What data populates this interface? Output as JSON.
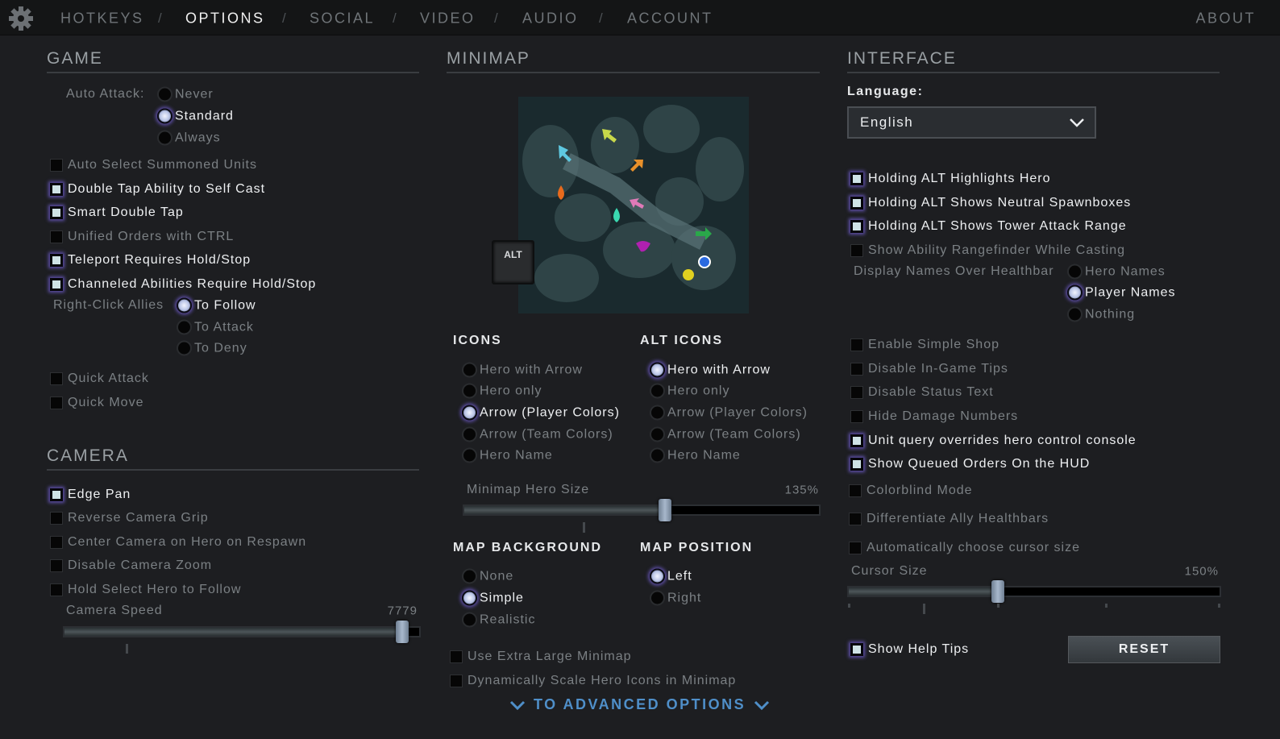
{
  "nav": {
    "icon": "gear-icon",
    "tabs": [
      "HOTKEYS",
      "OPTIONS",
      "SOCIAL",
      "VIDEO",
      "AUDIO",
      "ACCOUNT"
    ],
    "active": "OPTIONS",
    "separator": "/",
    "about": "ABOUT"
  },
  "game": {
    "title": "GAME",
    "auto_attack": {
      "label": "Auto Attack:",
      "options": [
        "Never",
        "Standard",
        "Always"
      ],
      "selected": "Standard"
    },
    "checks1": [
      {
        "label": "Auto Select Summoned Units",
        "checked": false
      },
      {
        "label": "Double Tap Ability to Self Cast",
        "checked": true
      },
      {
        "label": "Smart Double Tap",
        "checked": true
      },
      {
        "label": "Unified Orders with CTRL",
        "checked": false
      },
      {
        "label": "Teleport Requires Hold/Stop",
        "checked": true
      },
      {
        "label": "Channeled Abilities Require Hold/Stop",
        "checked": true
      }
    ],
    "right_click": {
      "label": "Right-Click Allies",
      "options": [
        "To Follow",
        "To Attack",
        "To Deny"
      ],
      "selected": "To Follow"
    },
    "checks2": [
      {
        "label": "Quick Attack",
        "checked": false
      },
      {
        "label": "Quick Move",
        "checked": false
      }
    ]
  },
  "camera": {
    "title": "CAMERA",
    "checks": [
      {
        "label": "Edge Pan",
        "checked": true
      },
      {
        "label": "Reverse Camera Grip",
        "checked": false
      },
      {
        "label": "Center Camera on Hero on Respawn",
        "checked": false
      },
      {
        "label": "Disable Camera Zoom",
        "checked": false
      },
      {
        "label": "Hold Select Hero to Follow",
        "checked": false
      }
    ],
    "speed": {
      "label": "Camera Speed",
      "value": "7779"
    }
  },
  "minimap": {
    "title": "MINIMAP",
    "alt_button": "ALT",
    "icons": {
      "title": "ICONS",
      "options": [
        "Hero with Arrow",
        "Hero only",
        "Arrow (Player Colors)",
        "Arrow (Team Colors)",
        "Hero Name"
      ],
      "selected": "Arrow (Player Colors)"
    },
    "alt_icons": {
      "title": "ALT ICONS",
      "options": [
        "Hero with Arrow",
        "Hero only",
        "Arrow (Player Colors)",
        "Arrow (Team Colors)",
        "Hero Name"
      ],
      "selected": "Hero with Arrow"
    },
    "hero_size": {
      "label": "Minimap Hero Size",
      "value": "135%"
    },
    "background": {
      "title": "MAP BACKGROUND",
      "options": [
        "None",
        "Simple",
        "Realistic"
      ],
      "selected": "Simple"
    },
    "position": {
      "title": "MAP POSITION",
      "options": [
        "Left",
        "Right"
      ],
      "selected": "Left"
    },
    "checks": [
      {
        "label": "Use Extra Large Minimap",
        "checked": false
      },
      {
        "label": "Dynamically Scale Hero Icons in Minimap",
        "checked": false
      }
    ],
    "advanced": "TO ADVANCED OPTIONS"
  },
  "interface": {
    "title": "INTERFACE",
    "language_label": "Language:",
    "language": "English",
    "checks1": [
      {
        "label": "Holding ALT Highlights Hero",
        "checked": true
      },
      {
        "label": "Holding ALT Shows Neutral Spawnboxes",
        "checked": true
      },
      {
        "label": "Holding ALT Shows Tower Attack Range",
        "checked": true
      },
      {
        "label": "Show Ability Rangefinder While Casting",
        "checked": false
      }
    ],
    "names": {
      "label": "Display Names Over Healthbar",
      "options": [
        "Hero Names",
        "Player Names",
        "Nothing"
      ],
      "selected": "Player Names"
    },
    "checks2": [
      {
        "label": "Enable Simple Shop",
        "checked": false
      },
      {
        "label": "Disable In-Game Tips",
        "checked": false
      },
      {
        "label": "Disable Status Text",
        "checked": false
      },
      {
        "label": "Hide Damage Numbers",
        "checked": false
      },
      {
        "label": "Unit query overrides hero control console",
        "checked": true
      },
      {
        "label": "Show Queued Orders On the HUD",
        "checked": true
      },
      {
        "label": "Colorblind Mode",
        "checked": false
      },
      {
        "label": "Differentiate Ally Healthbars",
        "checked": false
      },
      {
        "label": "Automatically choose cursor size",
        "checked": false
      }
    ],
    "cursor": {
      "label": "Cursor Size",
      "value": "150%"
    },
    "help_tips": {
      "label": "Show Help Tips",
      "checked": true
    },
    "reset": "RESET"
  },
  "colors": {
    "accent_glow": "#5e4fa8",
    "link": "#4f8fc9",
    "background": "#1d1e21"
  }
}
